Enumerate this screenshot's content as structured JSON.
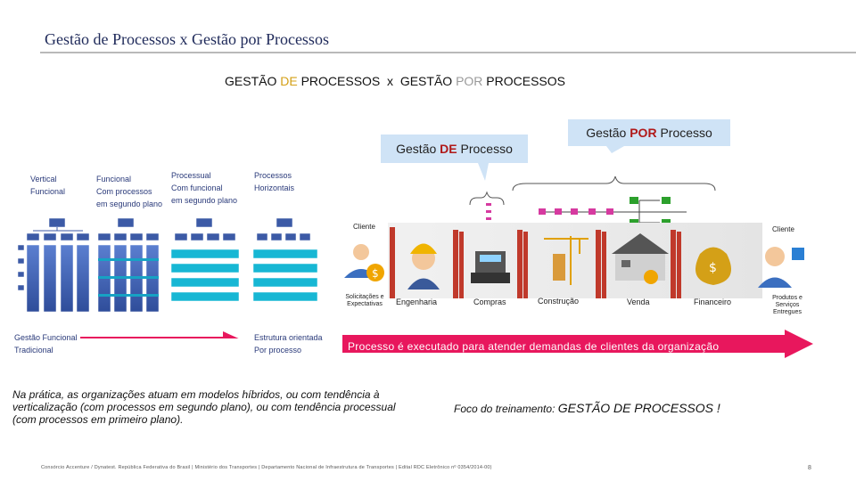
{
  "slide": {
    "title": "Gestão de Processos  x  Gestão por Processos",
    "heading": {
      "part1": "GESTÃO ",
      "de": "DE",
      "part2": " PROCESSOS  x  GESTÃO ",
      "por": "POR",
      "part3": " PROCESSOS"
    }
  },
  "boxes": {
    "de": {
      "prefix": "Gestão ",
      "highlight": "DE",
      "suffix": " Processo"
    },
    "por": {
      "prefix": "Gestão ",
      "highlight": "POR",
      "suffix": " Processo"
    }
  },
  "evolution": {
    "labels": [
      [
        "Vertical",
        "Funcional"
      ],
      [
        "Funcional",
        "Com processos",
        "em segundo plano"
      ],
      [
        "Processual",
        "Com funcional",
        "em segundo plano"
      ],
      [
        "Processos",
        "Horizontais"
      ]
    ],
    "bottom_left": [
      "Gestão Funcional",
      "Tradicional"
    ],
    "bottom_right": [
      "Estrutura orientada",
      "Por processo"
    ]
  },
  "process": {
    "client_left": "Cliente",
    "client_right": "Cliente",
    "inputs": [
      "Solicitações e",
      "Expectativas"
    ],
    "outputs": [
      "Produtos e",
      "Serviços",
      "Entregues"
    ],
    "stages": [
      "Engenharia",
      "Compras",
      "Construção",
      "Venda",
      "Financeiro"
    ],
    "arrow_text": "Processo é executado para atender demandas de clientes da organização"
  },
  "text": {
    "paragraph": "Na prática, as organizações atuam em modelos híbridos, ou com tendência à verticalização (com processos em segundo plano), ou com tendência processual (com processos em primeiro plano).",
    "focus_prefix": "Foco do treinamento: ",
    "focus_main": "GESTÃO DE PROCESSOS !"
  },
  "footer": {
    "text": "Consórcio Accenture / Dynatest. República Federativa do Brasil | Ministério dos Transportes | Departamento Nacional de Infraestrutura de Transportes | Edital RDC Eletrônico nº 0354/2014-00)",
    "page": "8"
  },
  "colors": {
    "accent_blue": "#cfe3f6",
    "red_highlight": "#b01919",
    "arrow_pink": "#e8175d",
    "org_blue": "#3c5aa6"
  }
}
